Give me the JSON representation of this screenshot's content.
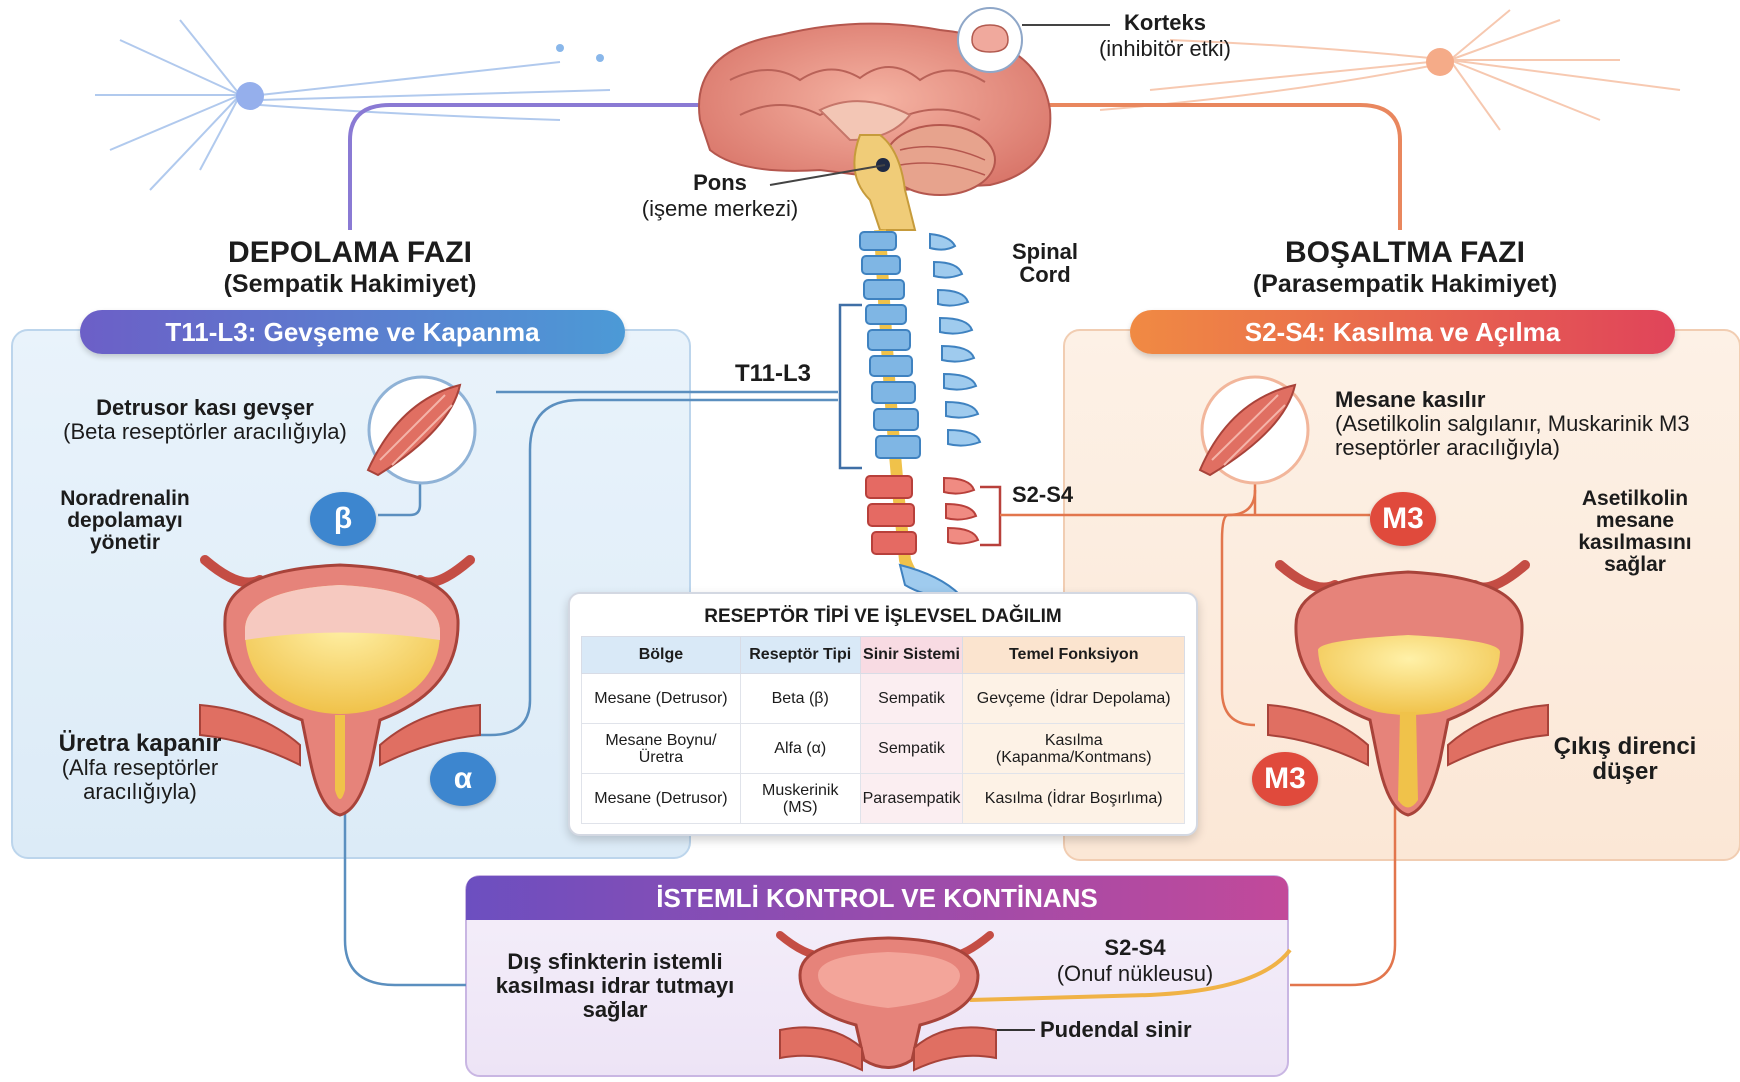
{
  "brain": {
    "cortex_title": "Korteks",
    "cortex_sub": "(inhibitör etki)",
    "pons_title": "Pons",
    "pons_sub": "(işeme merkezi)",
    "spinal_cord": "Spinal Cord",
    "t11_l3_label": "T11-L3",
    "s2_s4_label": "S2-S4"
  },
  "storage": {
    "title": "DEPOLAMA FAZI",
    "subtitle": "(Sempatik Hakimiyet)",
    "pill": "T11-L3: Gevşeme ve Kapanma",
    "detrusor_title": "Detrusor kası gevşer",
    "detrusor_sub": "(Beta reseptörler aracılığıyla)",
    "noradrenalin": "Noradrenalin depolamayı yönetir",
    "urethra_title": "Üretra kapanır",
    "urethra_sub": "(Alfa reseptörler aracılığıyla)",
    "beta_symbol": "β",
    "alpha_symbol": "α",
    "color": "#7a6fd0"
  },
  "voiding": {
    "title": "BOŞALTMA FAZI",
    "subtitle": "(Parasempatik Hakimiyet)",
    "pill": "S2-S4: Kasılma ve Açılma",
    "bladder_title": "Mesane kasılır",
    "bladder_sub": "(Asetilkolin salgılanır, Muskarinik M3 reseptörler aracılığıyla)",
    "acetylcholine": "Asetilkolin mesane kasılmasını sağlar",
    "outflow": "Çıkış direnci düşer",
    "m3_symbol": "M3",
    "color": "#e2603c"
  },
  "table": {
    "title": "RESEPTÖR TİPİ VE İŞLEVSEL DAĞILIM",
    "headers": [
      "Bölge",
      "Reseptör Tipi",
      "Sinir Sistemi",
      "Temel Fonksiyon"
    ],
    "rows": [
      [
        "Mesane (Detrusor)",
        "Beta (β)",
        "Sempatik",
        "Gevçeme (İdrar Depolama)"
      ],
      [
        "Mesane Boynu/Üretra",
        "Alfa (α)",
        "Sempatik",
        "Kasılma (Kapanma/Kontmans)"
      ],
      [
        "Mesane (Detrusor)",
        "Muskerinik (MS)",
        "Parasempatik",
        "Kasılma (İdrar Boşırlıma)"
      ]
    ]
  },
  "voluntary": {
    "title": "İSTEMLİ KONTROL VE KONTİNANS",
    "sphincter": "Dış sfinkterin istemli kasılması idrar tutmayı sağlar",
    "onuf_title": "S2-S4",
    "onuf_sub": "(Onuf nükleusu)",
    "pudendal": "Pudendal sinir"
  }
}
